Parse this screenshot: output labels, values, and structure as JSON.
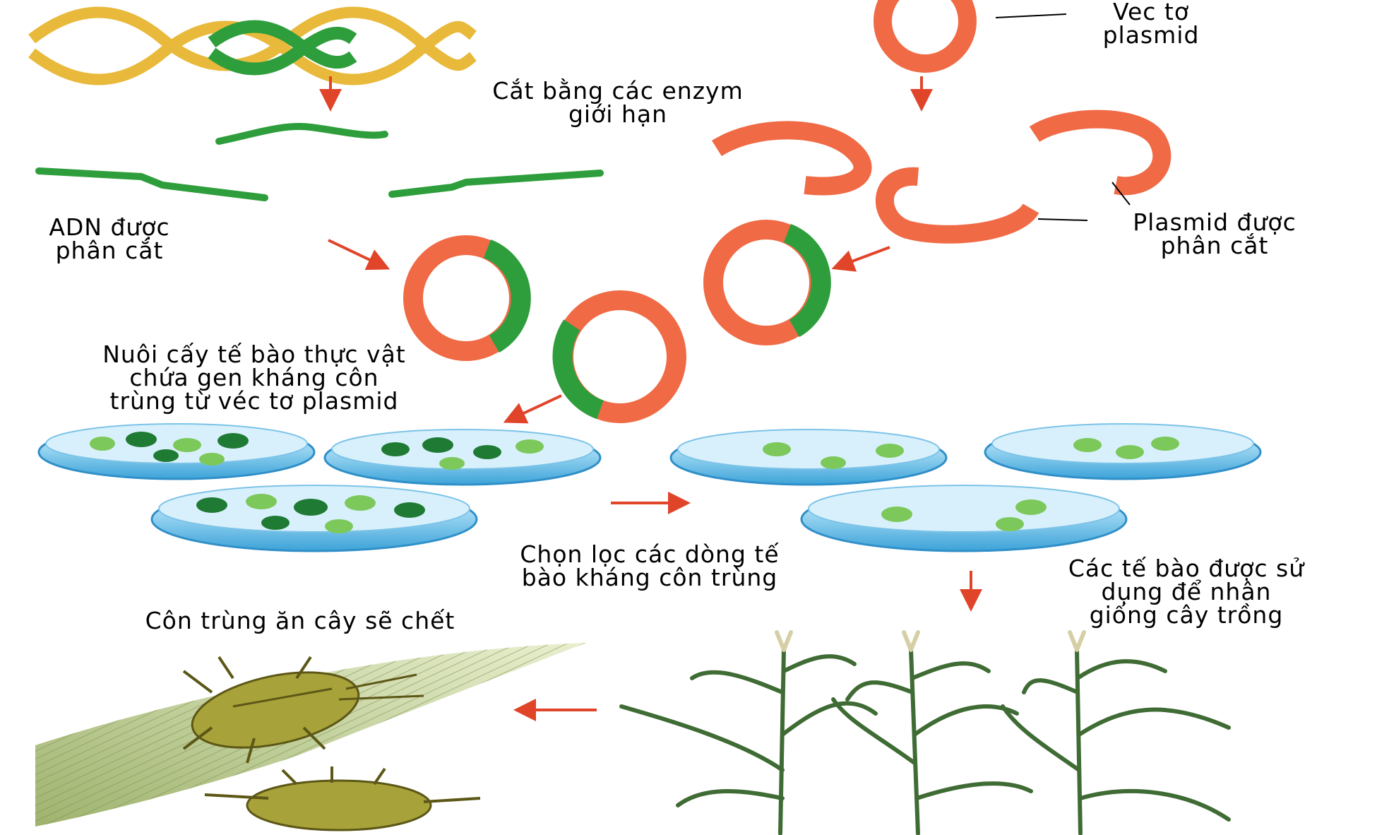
{
  "labels": {
    "vector_plasmid": [
      "Vec tơ",
      "plasmid"
    ],
    "restriction_enzyme": [
      "Cắt bằng các enzym",
      "giới hạn"
    ],
    "dna_cut": [
      "ADN được",
      "phân cắt"
    ],
    "plasmid_cut": [
      "Plasmid được",
      "phân cắt"
    ],
    "culture": [
      "Nuôi cấy tế bào thực vật",
      "chứa gen kháng côn",
      "trùng từ véc tơ plasmid"
    ],
    "selection": [
      "Chọn lọc các dòng tế",
      "bào kháng côn trùng"
    ],
    "propagation": [
      "Các tế bào được sử",
      "dụng để nhân",
      "giống cây trồng"
    ],
    "insect_dies": [
      "Côn trùng ăn cây sẽ chết"
    ]
  },
  "colors": {
    "plasmid_orange": "#f06a45",
    "dna_green": "#2e9e3c",
    "dna_yellow": "#e8b93a",
    "arrow_red": "#e0452a",
    "dish_blue": "#5ab8e6",
    "colony_dark": "#1f7a34",
    "colony_light": "#7cc85a",
    "leaf_green": "#b9c98a",
    "insect_olive": "#a8a23a",
    "corn_green": "#3f6b34"
  }
}
